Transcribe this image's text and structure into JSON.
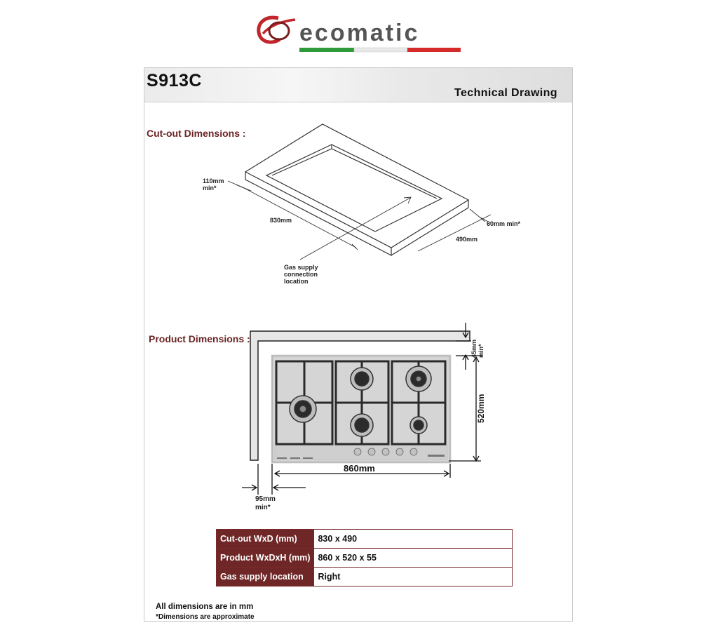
{
  "brand": {
    "name": "ecomatic",
    "colors": {
      "green": "#2f9a3a",
      "red": "#d42a2a",
      "logo_gray": "#555555",
      "logo_red": "#c0262b"
    }
  },
  "header": {
    "model": "S913C",
    "subtitle": "Technical Drawing"
  },
  "cutout": {
    "title": "Cut-out Dimensions :",
    "labels": {
      "depth_min": "110mm",
      "depth_min_suffix": "min*",
      "width": "830mm",
      "side_min": "60mm min*",
      "depth": "490mm",
      "gas_line1": "Gas supply",
      "gas_line2": "connection",
      "gas_line3": "location"
    }
  },
  "product": {
    "title": "Product Dimensions :",
    "labels": {
      "top_clear": "45mm",
      "top_clear_suffix": "min*",
      "depth": "520mm",
      "width": "860mm",
      "side_clear": "95mm",
      "side_clear_suffix": "min*"
    }
  },
  "specs": [
    {
      "label": "Cut-out WxD (mm)",
      "value": "830 x 490"
    },
    {
      "label": "Product WxDxH (mm)",
      "value": "860 x 520 x 55"
    },
    {
      "label": "Gas supply location",
      "value": "Right"
    }
  ],
  "notes": {
    "line1": "All dimensions are in mm",
    "line2": "*Dimensions are approximate"
  }
}
